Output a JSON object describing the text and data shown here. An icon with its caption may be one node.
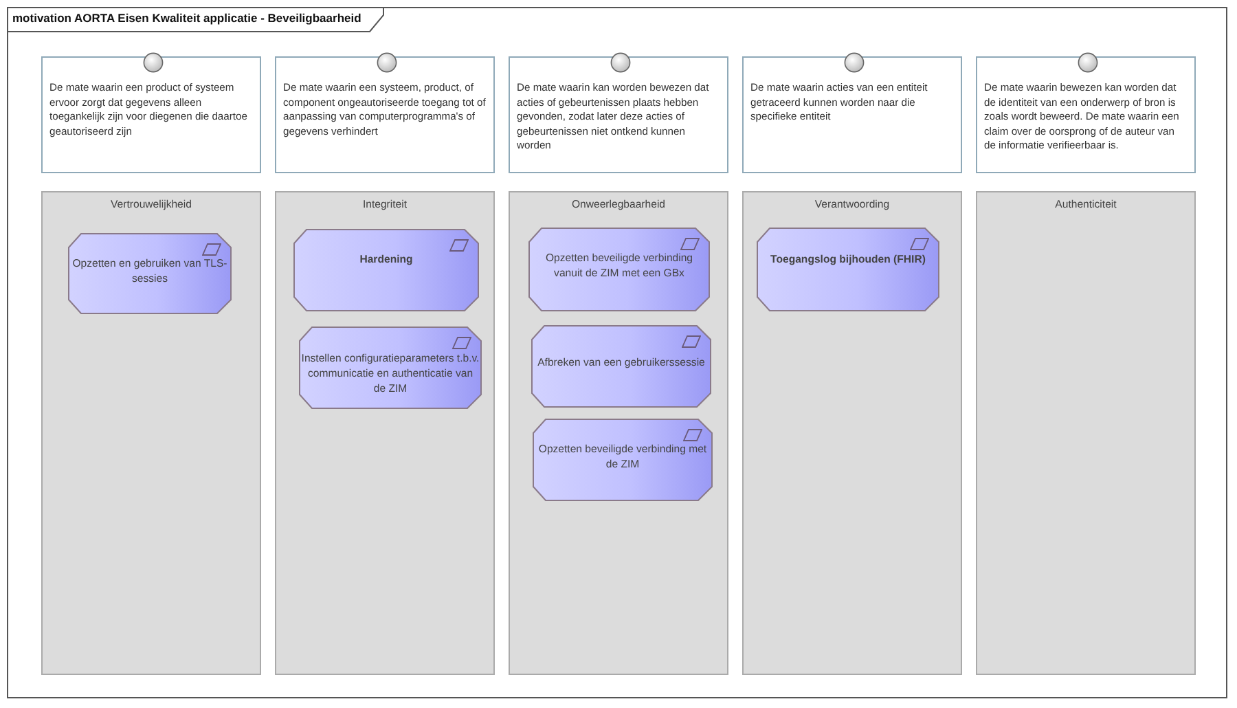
{
  "diagram": {
    "title": "motivation AORTA Eisen Kwaliteit applicatie - Beveiligbaarheid",
    "nodes": [
      {
        "text": [
          "De mate waarin een product of systeem ervoor zorgt dat gegevens alleen toegankelijk zijn voor diegenen die daartoe geautoriseerd zijn"
        ]
      },
      {
        "text": [
          "De mate waarin een systeem, product, of component ongeautoriseerde toegang tot of aanpassing van computerprogramma's of gegevens verhindert"
        ]
      },
      {
        "text": [
          "De mate waarin kan worden bewezen dat acties of gebeurtenissen plaats hebben gevonden, zodat later deze acties of gebeurtenissen niet ontkend kunnen worden"
        ]
      },
      {
        "text": [
          "De mate waarin acties van een entiteit getraceerd kunnen worden naar die specifieke entiteit"
        ]
      },
      {
        "text": [
          "De mate waarin bewezen kan worden dat de identiteit van een onderwerp of bron is zoals wordt beweerd. De mate waarin een claim over de oorsprong of de auteur van de informatie verifieerbaar is."
        ]
      },
      {
        "text": [
          "Vertrouwelijkheid"
        ]
      },
      {
        "text": [
          "Opzetten en gebruiken van TLS-sessies"
        ],
        "in": 5
      },
      {
        "text": [
          "Integriteit"
        ]
      },
      {
        "text": [
          "Hardening"
        ],
        "in": 7
      },
      {
        "text": [
          "Instellen configuratieparameters t.b.v. communicatie en authenticatie van de ZIM"
        ],
        "in": 7
      },
      {
        "text": [
          "Onweerlegbaarheid"
        ]
      },
      {
        "text": [
          "Opzetten beveiligde verbinding vanuit de ZIM met een GBx"
        ],
        "in": 10
      },
      {
        "text": [
          "Afbreken van een gebruikerssessie"
        ],
        "in": 10
      },
      {
        "text": [
          "Opzetten beveiligde verbinding met de ZIM"
        ],
        "in": 10
      },
      {
        "text": [
          "Verantwoording"
        ]
      },
      {
        "text": [
          "Toegangslog bijhouden (FHIR)"
        ],
        "in": 14
      },
      {
        "text": [
          "Authenticiteit"
        ]
      }
    ]
  }
}
